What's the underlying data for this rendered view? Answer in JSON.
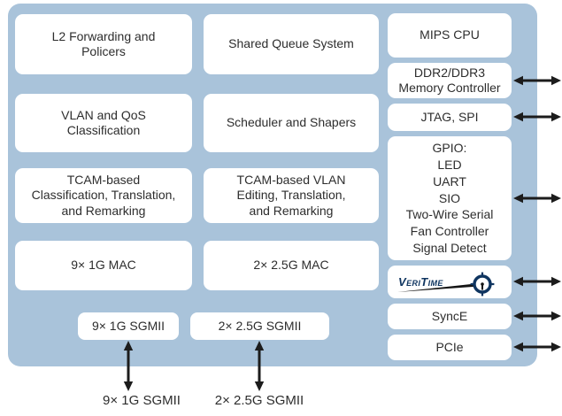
{
  "colors": {
    "panel": "#a9c3da",
    "block": "#ffffff",
    "text": "#2d2d2d",
    "arrow": "#1c1c1c",
    "veritime": "#0f3560"
  },
  "blocks": {
    "l2_forwarding": "L2 Forwarding and\nPolicers",
    "shared_queue": "Shared Queue System",
    "vlan_qos": "VLAN and QoS\nClassification",
    "scheduler": "Scheduler and Shapers",
    "tcam_classification": "TCAM-based\nClassification, Translation,\nand Remarking",
    "tcam_vlan": "TCAM-based VLAN\nEditing, Translation,\nand Remarking",
    "mac_1g": "9× 1G MAC",
    "mac_2_5g": "2× 2.5G MAC",
    "sgmii_1g": "9× 1G SGMII",
    "sgmii_2_5g": "2× 2.5G SGMII",
    "mips_cpu": "MIPS CPU",
    "memory_controller": "DDR2/DDR3\nMemory Controller",
    "jtag_spi": "JTAG, SPI",
    "gpio": "GPIO:\nLED\nUART\nSIO\nTwo-Wire Serial\nFan Controller\nSignal Detect",
    "veritime": "VeriTime",
    "synce": "SyncE",
    "pcie": "PCIe"
  },
  "external_labels": {
    "sgmii_1g": "9× 1G SGMII",
    "sgmii_2_5g": "2× 2.5G SGMII"
  },
  "icons": {
    "bidirectional_arrow_horizontal": "↔",
    "bidirectional_arrow_vertical": "↕",
    "veritime_clock": "clock-face"
  }
}
